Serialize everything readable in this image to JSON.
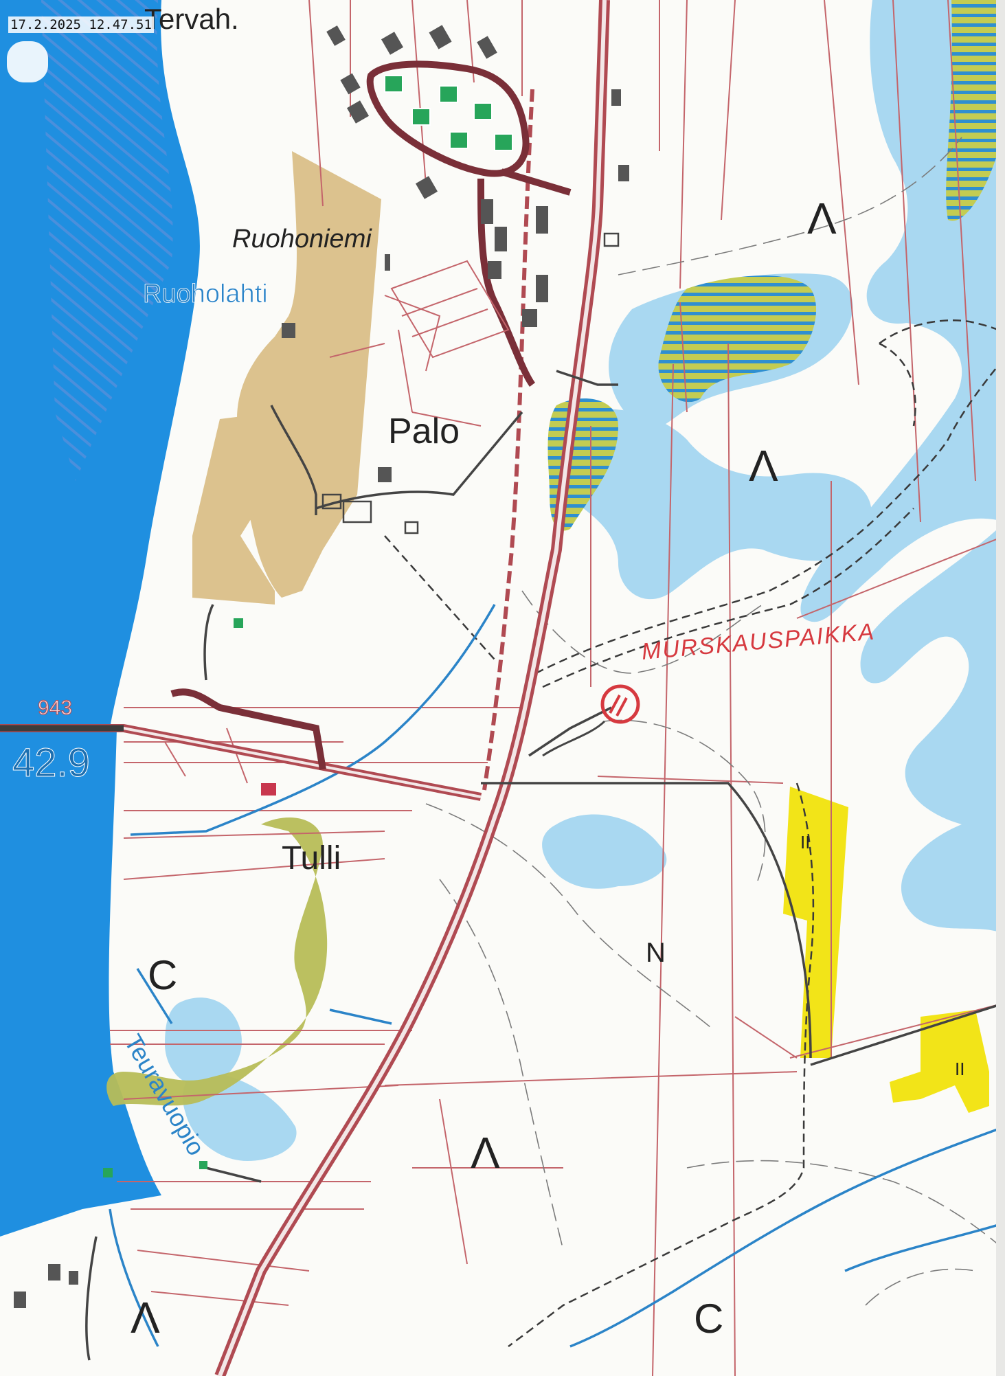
{
  "print_timestamp": "17.2.2025 12.47.51",
  "map": {
    "labels": {
      "village_partial": "Tervah.",
      "ruohoniemi": "Ruohoniemi",
      "ruoholahti": "Ruoholahti",
      "palo": "Palo",
      "tulli": "Tulli",
      "teuravuopio": "Teuravuopio",
      "road_number": "943",
      "water_level": "42.9",
      "handwritten_note": "MURSKAUSPAIKKA"
    },
    "terrain_symbols": [
      "Λ",
      "Λ",
      "Λ",
      "Λ",
      "C",
      "C",
      "N",
      "II",
      "II"
    ],
    "colors": {
      "water": "#1f8fe0",
      "wetland": "#a9d8f1",
      "field": "#dcc28e",
      "meadow": "#b7bd57",
      "yellow_area": "#f2e418",
      "road_main": "#b04a52",
      "property_line": "#c4656b",
      "handwriting": "#d6393f"
    },
    "icons": [
      "buildings",
      "crushing-site-marker"
    ]
  }
}
